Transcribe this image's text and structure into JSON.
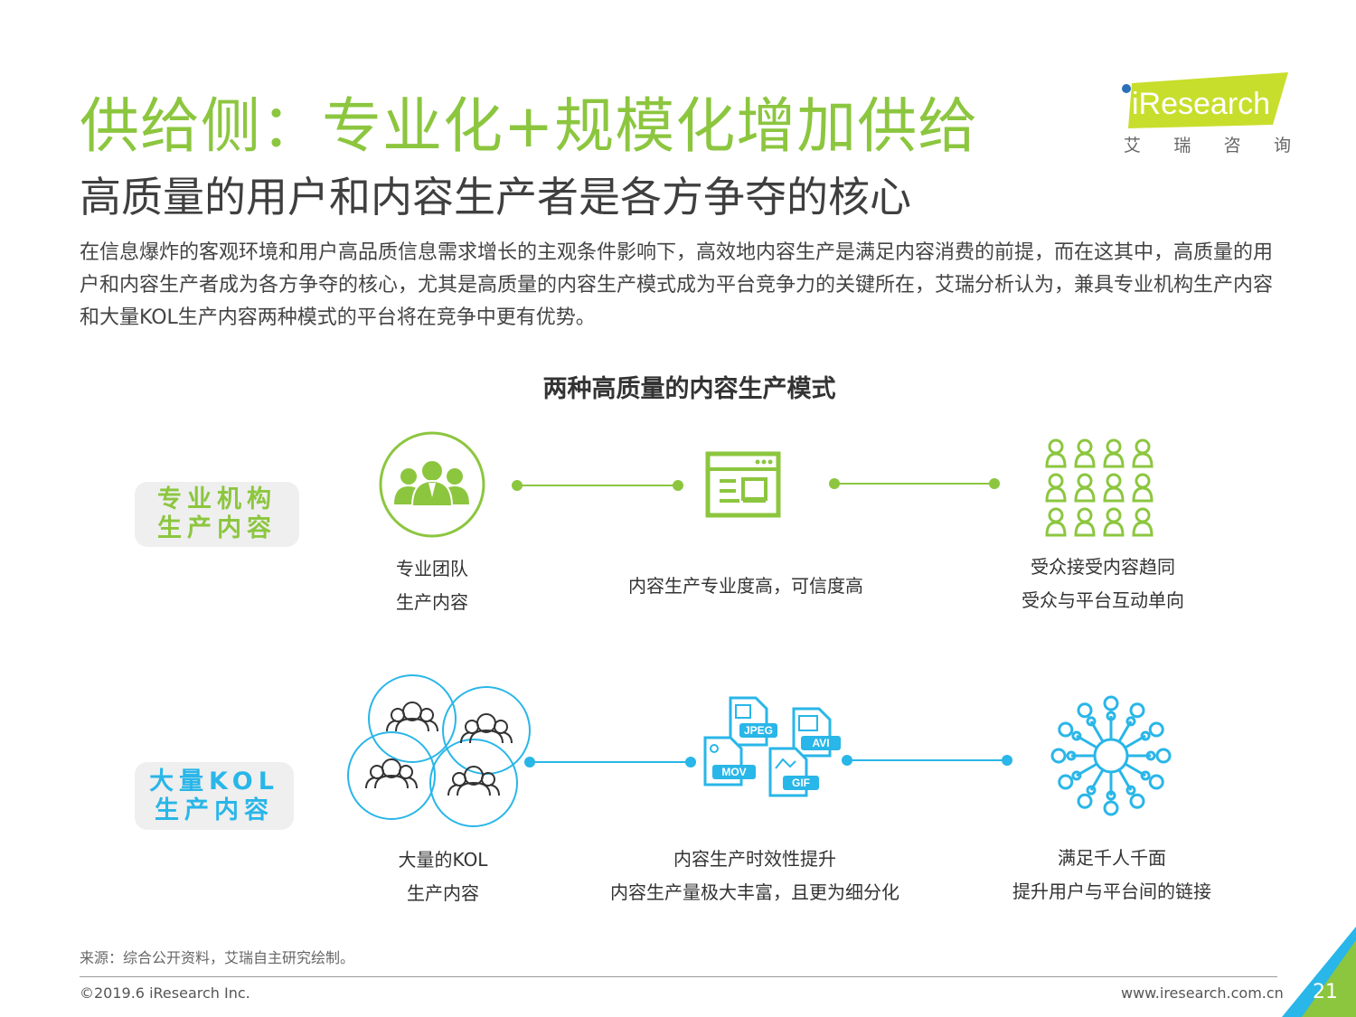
{
  "header": {
    "title": "供给侧：专业化+规模化增加供给",
    "subtitle": "高质量的用户和内容生产者是各方争夺的核心"
  },
  "intro": "在信息爆炸的客观环境和用户高品质信息需求增长的主观条件影响下，高效地内容生产是满足内容消费的前提，而在这其中，高质量的用户和内容生产者成为各方争夺的核心，尤其是高质量的内容生产模式成为平台竞争力的关键所在，艾瑞分析认为，兼具专业机构生产内容和大量KOL生产内容两种模式的平台将在竞争中更有优势。",
  "logo": {
    "text": "iResearch",
    "cn": [
      "艾",
      "瑞",
      "咨",
      "询"
    ]
  },
  "diagram": {
    "title": "两种高质量的内容生产模式",
    "rows": [
      {
        "tag": [
          "专业机构",
          "生产内容"
        ],
        "captions": [
          [
            "专业团队",
            "生产内容"
          ],
          [
            "内容生产专业度高，可信度高"
          ],
          [
            "受众接受内容趋同",
            "受众与平台互动单向"
          ]
        ]
      },
      {
        "tag": [
          "大量KOL",
          "生产内容"
        ],
        "captions": [
          [
            "大量的KOL",
            "生产内容"
          ],
          [
            "内容生产时效性提升",
            "内容生产量极大丰富，且更为细分化"
          ],
          [
            "满足千人千面",
            "提升用户与平台间的链接"
          ]
        ]
      }
    ],
    "file_badges": [
      "JPEG",
      "AVI",
      "MOV",
      "GIF"
    ]
  },
  "colors": {
    "green": "#8cc63f",
    "blue": "#29b6e8",
    "tag_bg": "#efefef"
  },
  "footer": {
    "source": "来源：综合公开资料，艾瑞自主研究绘制。",
    "copyright": "©2019.6 iResearch Inc.",
    "site": "www.iresearch.com.cn",
    "page": "21"
  }
}
